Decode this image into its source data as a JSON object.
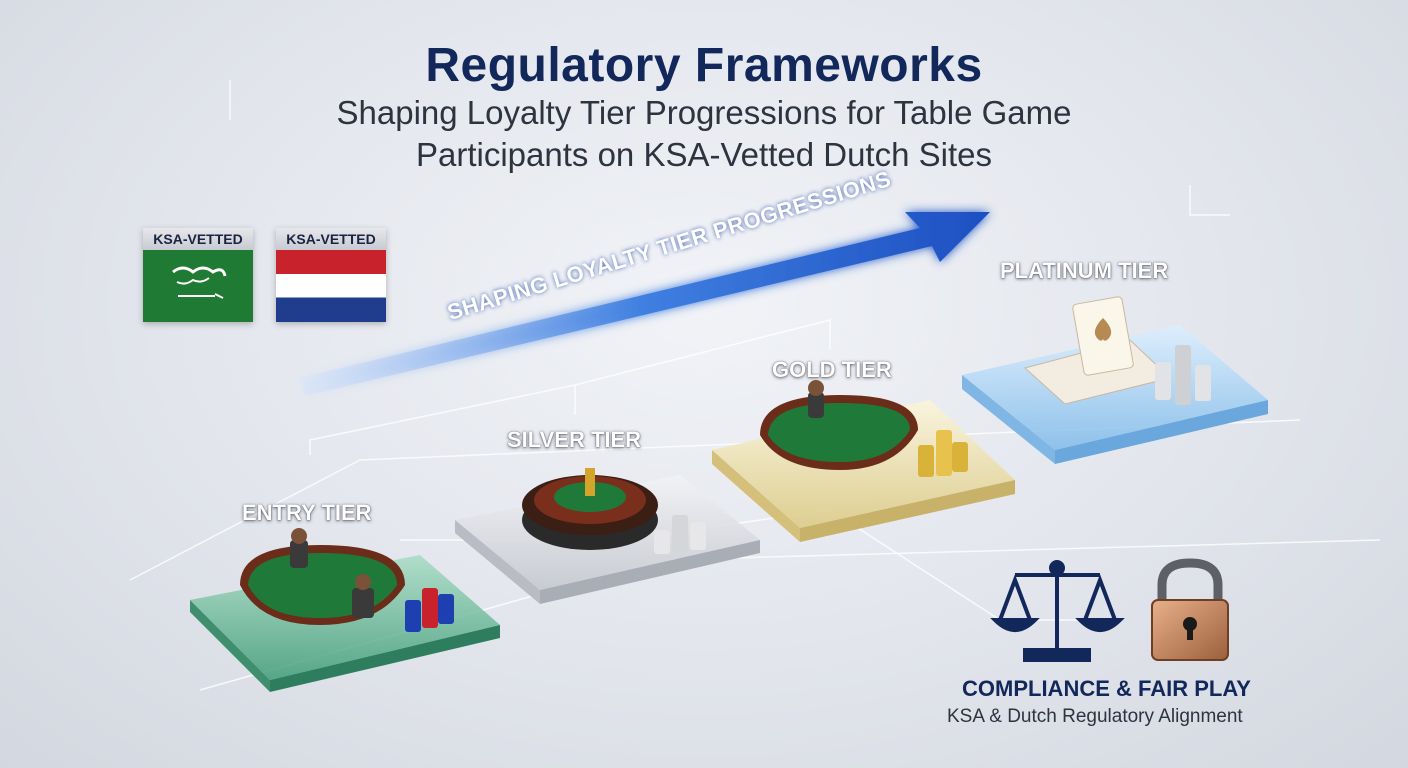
{
  "header": {
    "title": "Regulatory Frameworks",
    "subtitle_line1": "Shaping Loyalty Tier Progressions for Table Game",
    "subtitle_line2": "Participants on KSA-Vetted Dutch Sites"
  },
  "badges": [
    {
      "label": "KSA-VETTED",
      "flag": "saudi-arabia"
    },
    {
      "label": "KSA-VETTED",
      "flag": "netherlands"
    }
  ],
  "progress_arrow": {
    "label": "SHAPING LOYALTY TIER PROGRESSIONS"
  },
  "tiers": [
    {
      "name": "ENTRY TIER",
      "icon": "blackjack-table-icon",
      "color": "#2e9b6a"
    },
    {
      "name": "SILVER TIER",
      "icon": "roulette-wheel-icon",
      "color": "#c9ccd3"
    },
    {
      "name": "GOLD TIER",
      "icon": "blackjack-table-icon",
      "color": "#e8d79a"
    },
    {
      "name": "PLATINUM TIER",
      "icon": "playing-card-icon",
      "color": "#8fc6ef"
    }
  ],
  "compliance": {
    "title": "COMPLIANCE & FAIR PLAY",
    "subtitle": "KSA & Dutch Regulatory Alignment",
    "icons": [
      "scales-icon",
      "padlock-icon"
    ]
  },
  "colors": {
    "title": "#13285a",
    "arrow": "#2f6fdc"
  }
}
